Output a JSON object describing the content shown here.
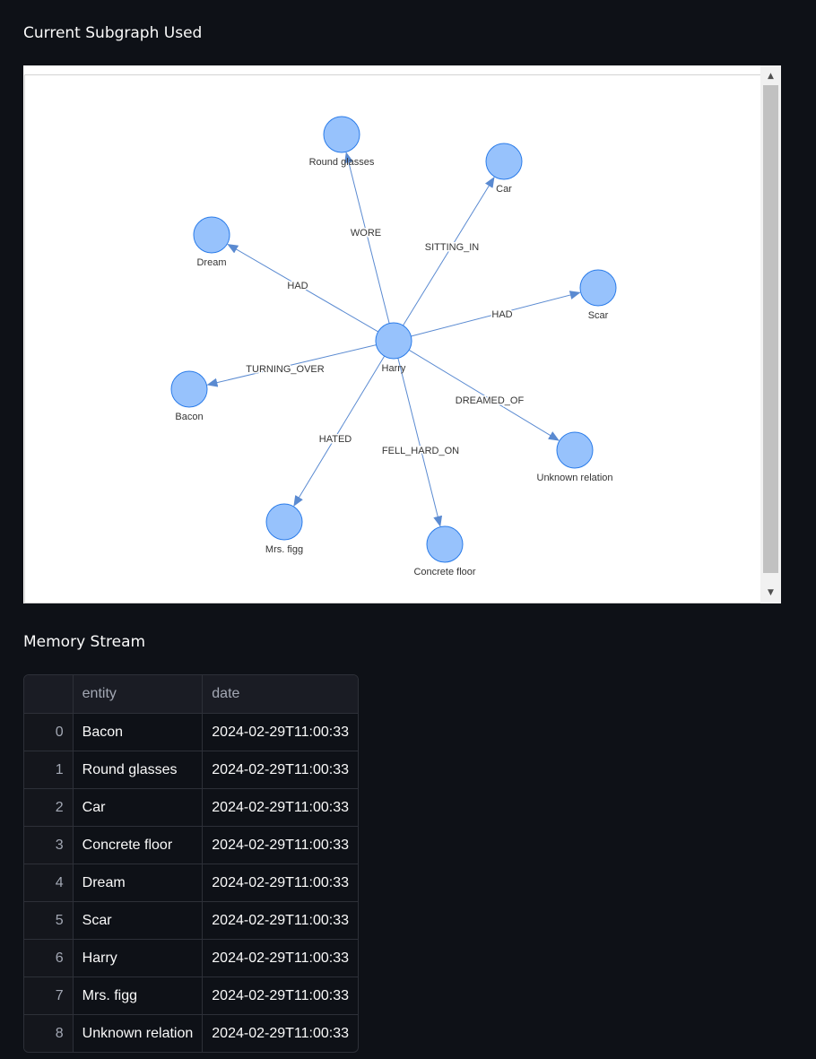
{
  "graph_section": {
    "title": "Current Subgraph Used",
    "nodes": [
      {
        "id": "harry",
        "label": "Harry"
      },
      {
        "id": "round_glasses",
        "label": "Round glasses"
      },
      {
        "id": "car",
        "label": "Car"
      },
      {
        "id": "dream",
        "label": "Dream"
      },
      {
        "id": "scar",
        "label": "Scar"
      },
      {
        "id": "bacon",
        "label": "Bacon"
      },
      {
        "id": "unknown_relation",
        "label": "Unknown relation"
      },
      {
        "id": "mrs_figg",
        "label": "Mrs. figg"
      },
      {
        "id": "concrete_floor",
        "label": "Concrete floor"
      }
    ],
    "edges": [
      {
        "from": "harry",
        "to": "round_glasses",
        "label": "WORE"
      },
      {
        "from": "harry",
        "to": "car",
        "label": "SITTING_IN"
      },
      {
        "from": "harry",
        "to": "dream",
        "label": "HAD"
      },
      {
        "from": "harry",
        "to": "scar",
        "label": "HAD"
      },
      {
        "from": "harry",
        "to": "bacon",
        "label": "TURNING_OVER"
      },
      {
        "from": "harry",
        "to": "unknown_relation",
        "label": "DREAMED_OF"
      },
      {
        "from": "harry",
        "to": "mrs_figg",
        "label": "HATED"
      },
      {
        "from": "harry",
        "to": "concrete_floor",
        "label": "FELL_HARD_ON"
      }
    ],
    "colors": {
      "node_fill": "#97c2fc",
      "node_stroke": "#2b7ce9",
      "edge": "#5a8ad1",
      "label": "#343434"
    }
  },
  "memory_section": {
    "title": "Memory Stream",
    "columns": [
      "",
      "entity",
      "date"
    ],
    "rows": [
      {
        "index": "0",
        "entity": "Bacon",
        "date": "2024-02-29T11:00:33"
      },
      {
        "index": "1",
        "entity": "Round glasses",
        "date": "2024-02-29T11:00:33"
      },
      {
        "index": "2",
        "entity": "Car",
        "date": "2024-02-29T11:00:33"
      },
      {
        "index": "3",
        "entity": "Concrete floor",
        "date": "2024-02-29T11:00:33"
      },
      {
        "index": "4",
        "entity": "Dream",
        "date": "2024-02-29T11:00:33"
      },
      {
        "index": "5",
        "entity": "Scar",
        "date": "2024-02-29T11:00:33"
      },
      {
        "index": "6",
        "entity": "Harry",
        "date": "2024-02-29T11:00:33"
      },
      {
        "index": "7",
        "entity": "Mrs. figg",
        "date": "2024-02-29T11:00:33"
      },
      {
        "index": "8",
        "entity": "Unknown relation",
        "date": "2024-02-29T11:00:33"
      }
    ]
  }
}
